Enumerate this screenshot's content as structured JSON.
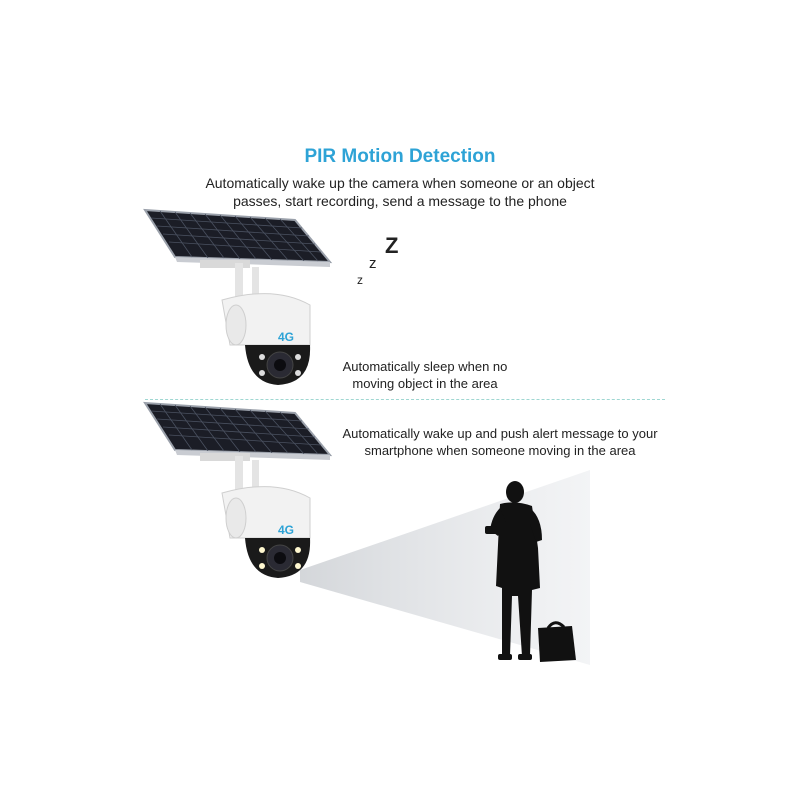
{
  "header": {
    "title": "PIR Motion Detection",
    "subtitle_line1": "Automatically wake up the camera when someone or an object",
    "subtitle_line2": "passes, start recording, send a message to the phone"
  },
  "sleep_panel": {
    "zzz": [
      "z",
      "z",
      "Z"
    ],
    "caption_line1": "Automatically sleep when no",
    "caption_line2": "moving object in the area"
  },
  "wake_panel": {
    "caption_line1": "Automatically wake up and push alert message to your",
    "caption_line2": "smartphone when someone moving in the area"
  },
  "camera_badge": "4G",
  "colors": {
    "title": "#2ea3d6",
    "text": "#222222",
    "divider": "#9fd7d2",
    "solar_panel": "#1b1d26",
    "camera_body": "#f2f2f2",
    "silhouette": "#111111"
  }
}
